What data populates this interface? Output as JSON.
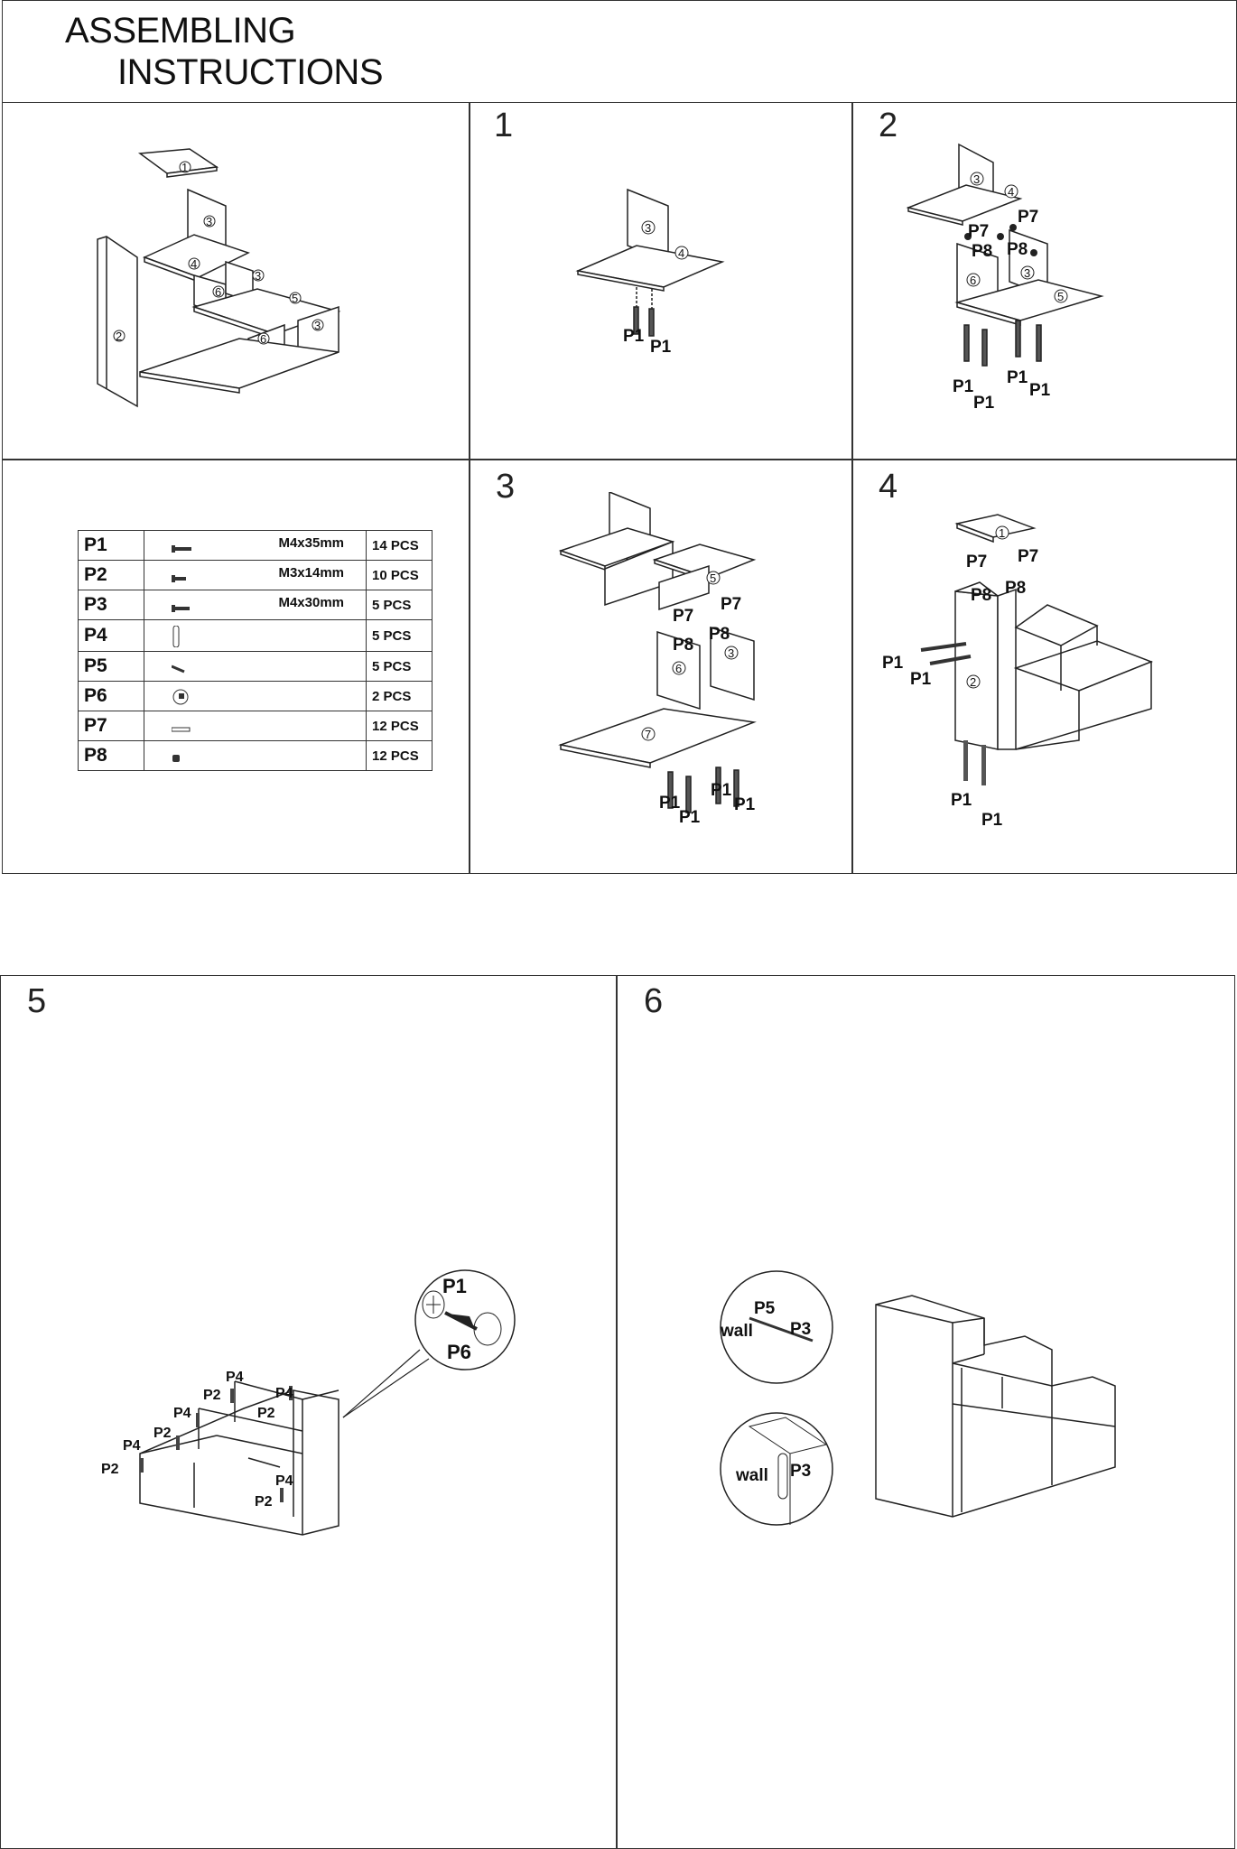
{
  "title": {
    "line1": "ASSEMBLING",
    "line2": "INSTRUCTIONS"
  },
  "steps": [
    "1",
    "2",
    "3",
    "4",
    "5",
    "6"
  ],
  "part_numbers": [
    "1",
    "2",
    "3",
    "4",
    "5",
    "6",
    "7"
  ],
  "parts_table": [
    {
      "code": "P1",
      "spec": "M4x35mm",
      "qty": "14 PCS",
      "icon": "long-screw-icon"
    },
    {
      "code": "P2",
      "spec": "M3x14mm",
      "qty": "10 PCS",
      "icon": "short-screw-icon"
    },
    {
      "code": "P3",
      "spec": "M4x30mm",
      "qty": "5 PCS",
      "icon": "screw-icon"
    },
    {
      "code": "P4",
      "spec": "",
      "qty": "5 PCS",
      "icon": "bracket-icon"
    },
    {
      "code": "P5",
      "spec": "",
      "qty": "5 PCS",
      "icon": "wall-plug-icon"
    },
    {
      "code": "P6",
      "spec": "",
      "qty": "2 PCS",
      "icon": "screw-cap-icon"
    },
    {
      "code": "P7",
      "spec": "",
      "qty": "12 PCS",
      "icon": "cam-bolt-icon"
    },
    {
      "code": "P8",
      "spec": "",
      "qty": "12 PCS",
      "icon": "cam-lock-icon"
    }
  ],
  "labels": {
    "p1": "P1",
    "p2": "P2",
    "p3": "P3",
    "p4": "P4",
    "p5": "P5",
    "p6": "P6",
    "p7": "P7",
    "p8": "P8",
    "wall": "wall"
  }
}
